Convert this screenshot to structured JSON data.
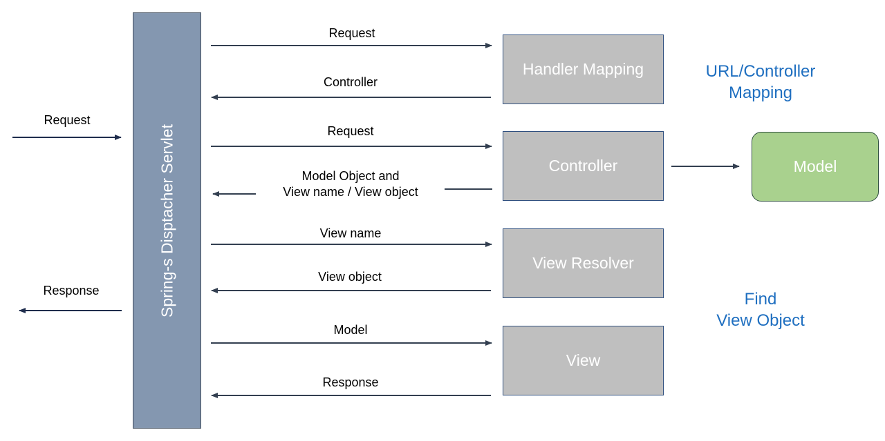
{
  "servlet": {
    "label": "Spring-s Disptacher Servlet"
  },
  "external": {
    "request": "Request",
    "response": "Response"
  },
  "components": {
    "handler_mapping": "Handler Mapping",
    "controller": "Controller",
    "view_resolver": "View Resolver",
    "view": "View",
    "model": "Model"
  },
  "flows": {
    "hm_request": "Request",
    "hm_controller": "Controller",
    "ctrl_request": "Request",
    "ctrl_return_line1": "Model Object and",
    "ctrl_return_line2": "View name / View object",
    "vr_view_name": "View name",
    "vr_view_object": "View object",
    "view_model": "Model",
    "view_response": "Response"
  },
  "notes": {
    "url_line1": "URL/Controller",
    "url_line2": "Mapping",
    "find_line1": "Find",
    "find_line2": "View Object"
  },
  "colors": {
    "servlet": "#8497b0",
    "component": "#bfbfbf",
    "model": "#a9d18e",
    "note": "#1f6fc0",
    "arrow_dark": "#1f2d4d",
    "arrow_gray": "#333f50"
  }
}
